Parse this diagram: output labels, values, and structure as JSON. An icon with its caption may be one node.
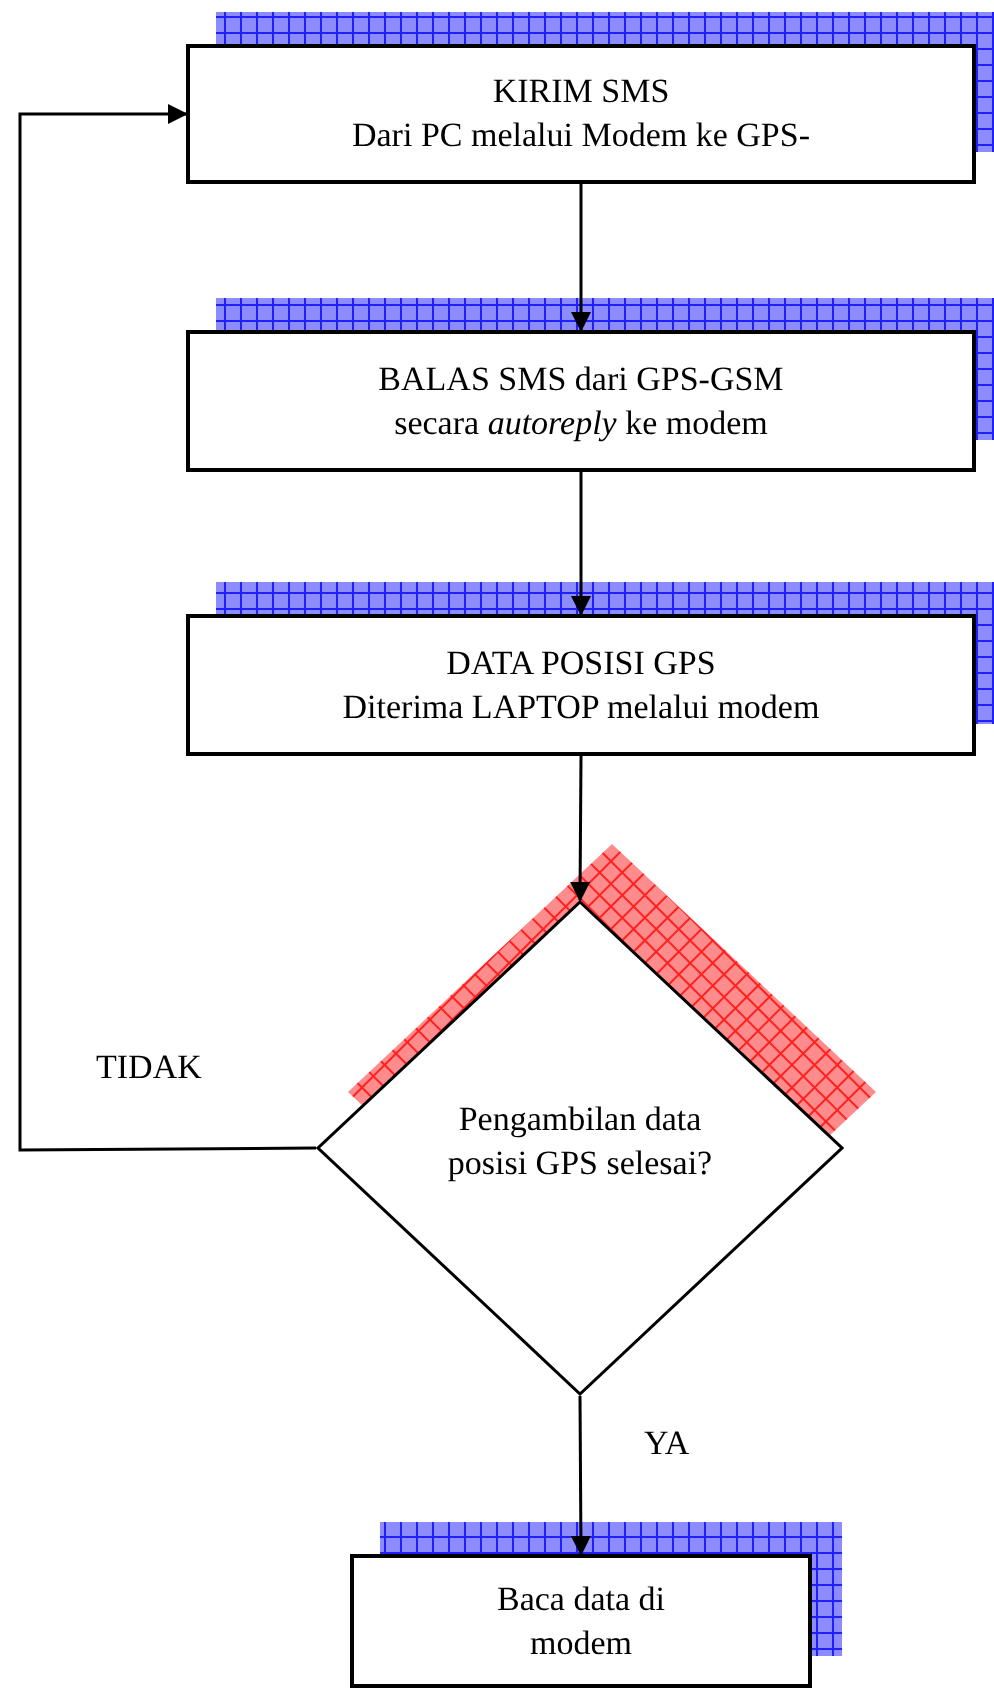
{
  "diagram": {
    "nodes": [
      {
        "text": [
          "KIRIM SMS",
          "Dari PC melalui Modem ke GPS-"
        ]
      },
      {
        "text": [
          "BALAS SMS dari GPS-GSM",
          "secara *autoreply* ke modem"
        ]
      },
      {
        "text": [
          "DATA POSISI GPS",
          "Diterima LAPTOP melalui modem"
        ]
      },
      {
        "text": [
          "Pengambilan data posisi GPS selesai?"
        ]
      },
      {
        "text": [
          "Baca data di modem"
        ]
      }
    ],
    "edges": [
      {
        "from": 0,
        "to": 1,
        "arrow": "to"
      },
      {
        "from": 1,
        "to": 2,
        "arrow": "to"
      },
      {
        "from": 2,
        "to": 3,
        "arrow": "to"
      },
      {
        "from": 3,
        "to": 4,
        "arrow": "to",
        "label": "YA"
      },
      {
        "from": 3,
        "to": 0,
        "arrow": "to",
        "label": "TIDAK"
      }
    ]
  }
}
